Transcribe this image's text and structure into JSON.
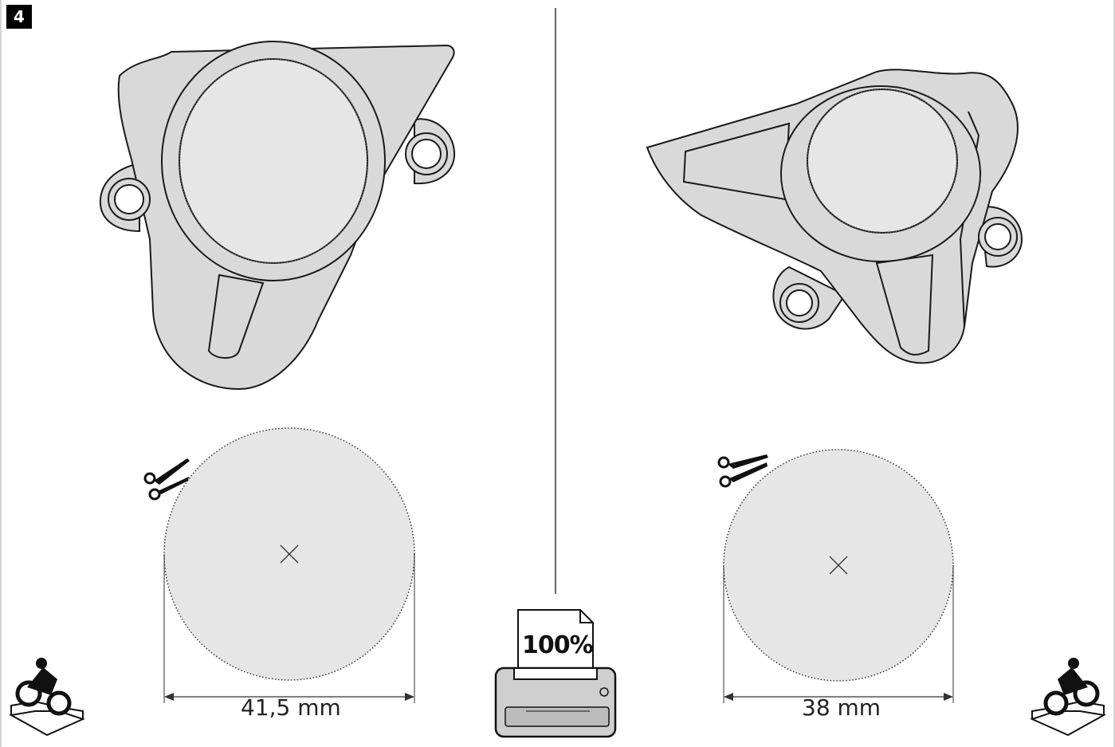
{
  "step": {
    "number": "4"
  },
  "left_part": {
    "diameter_label": "41,5 mm"
  },
  "right_part": {
    "diameter_label": "38 mm"
  },
  "printer": {
    "scale_label": "100%"
  },
  "icons": {
    "scissors": "scissors-icon",
    "printer": "printer-icon",
    "motorcycle": "motorcycle-rider-icon",
    "center_mark": "cross-mark-icon"
  },
  "colors": {
    "part_fill": "#d8d8d8",
    "disc_fill": "#e6e6e6",
    "line": "#1a1a1a",
    "badge": "#000000"
  }
}
